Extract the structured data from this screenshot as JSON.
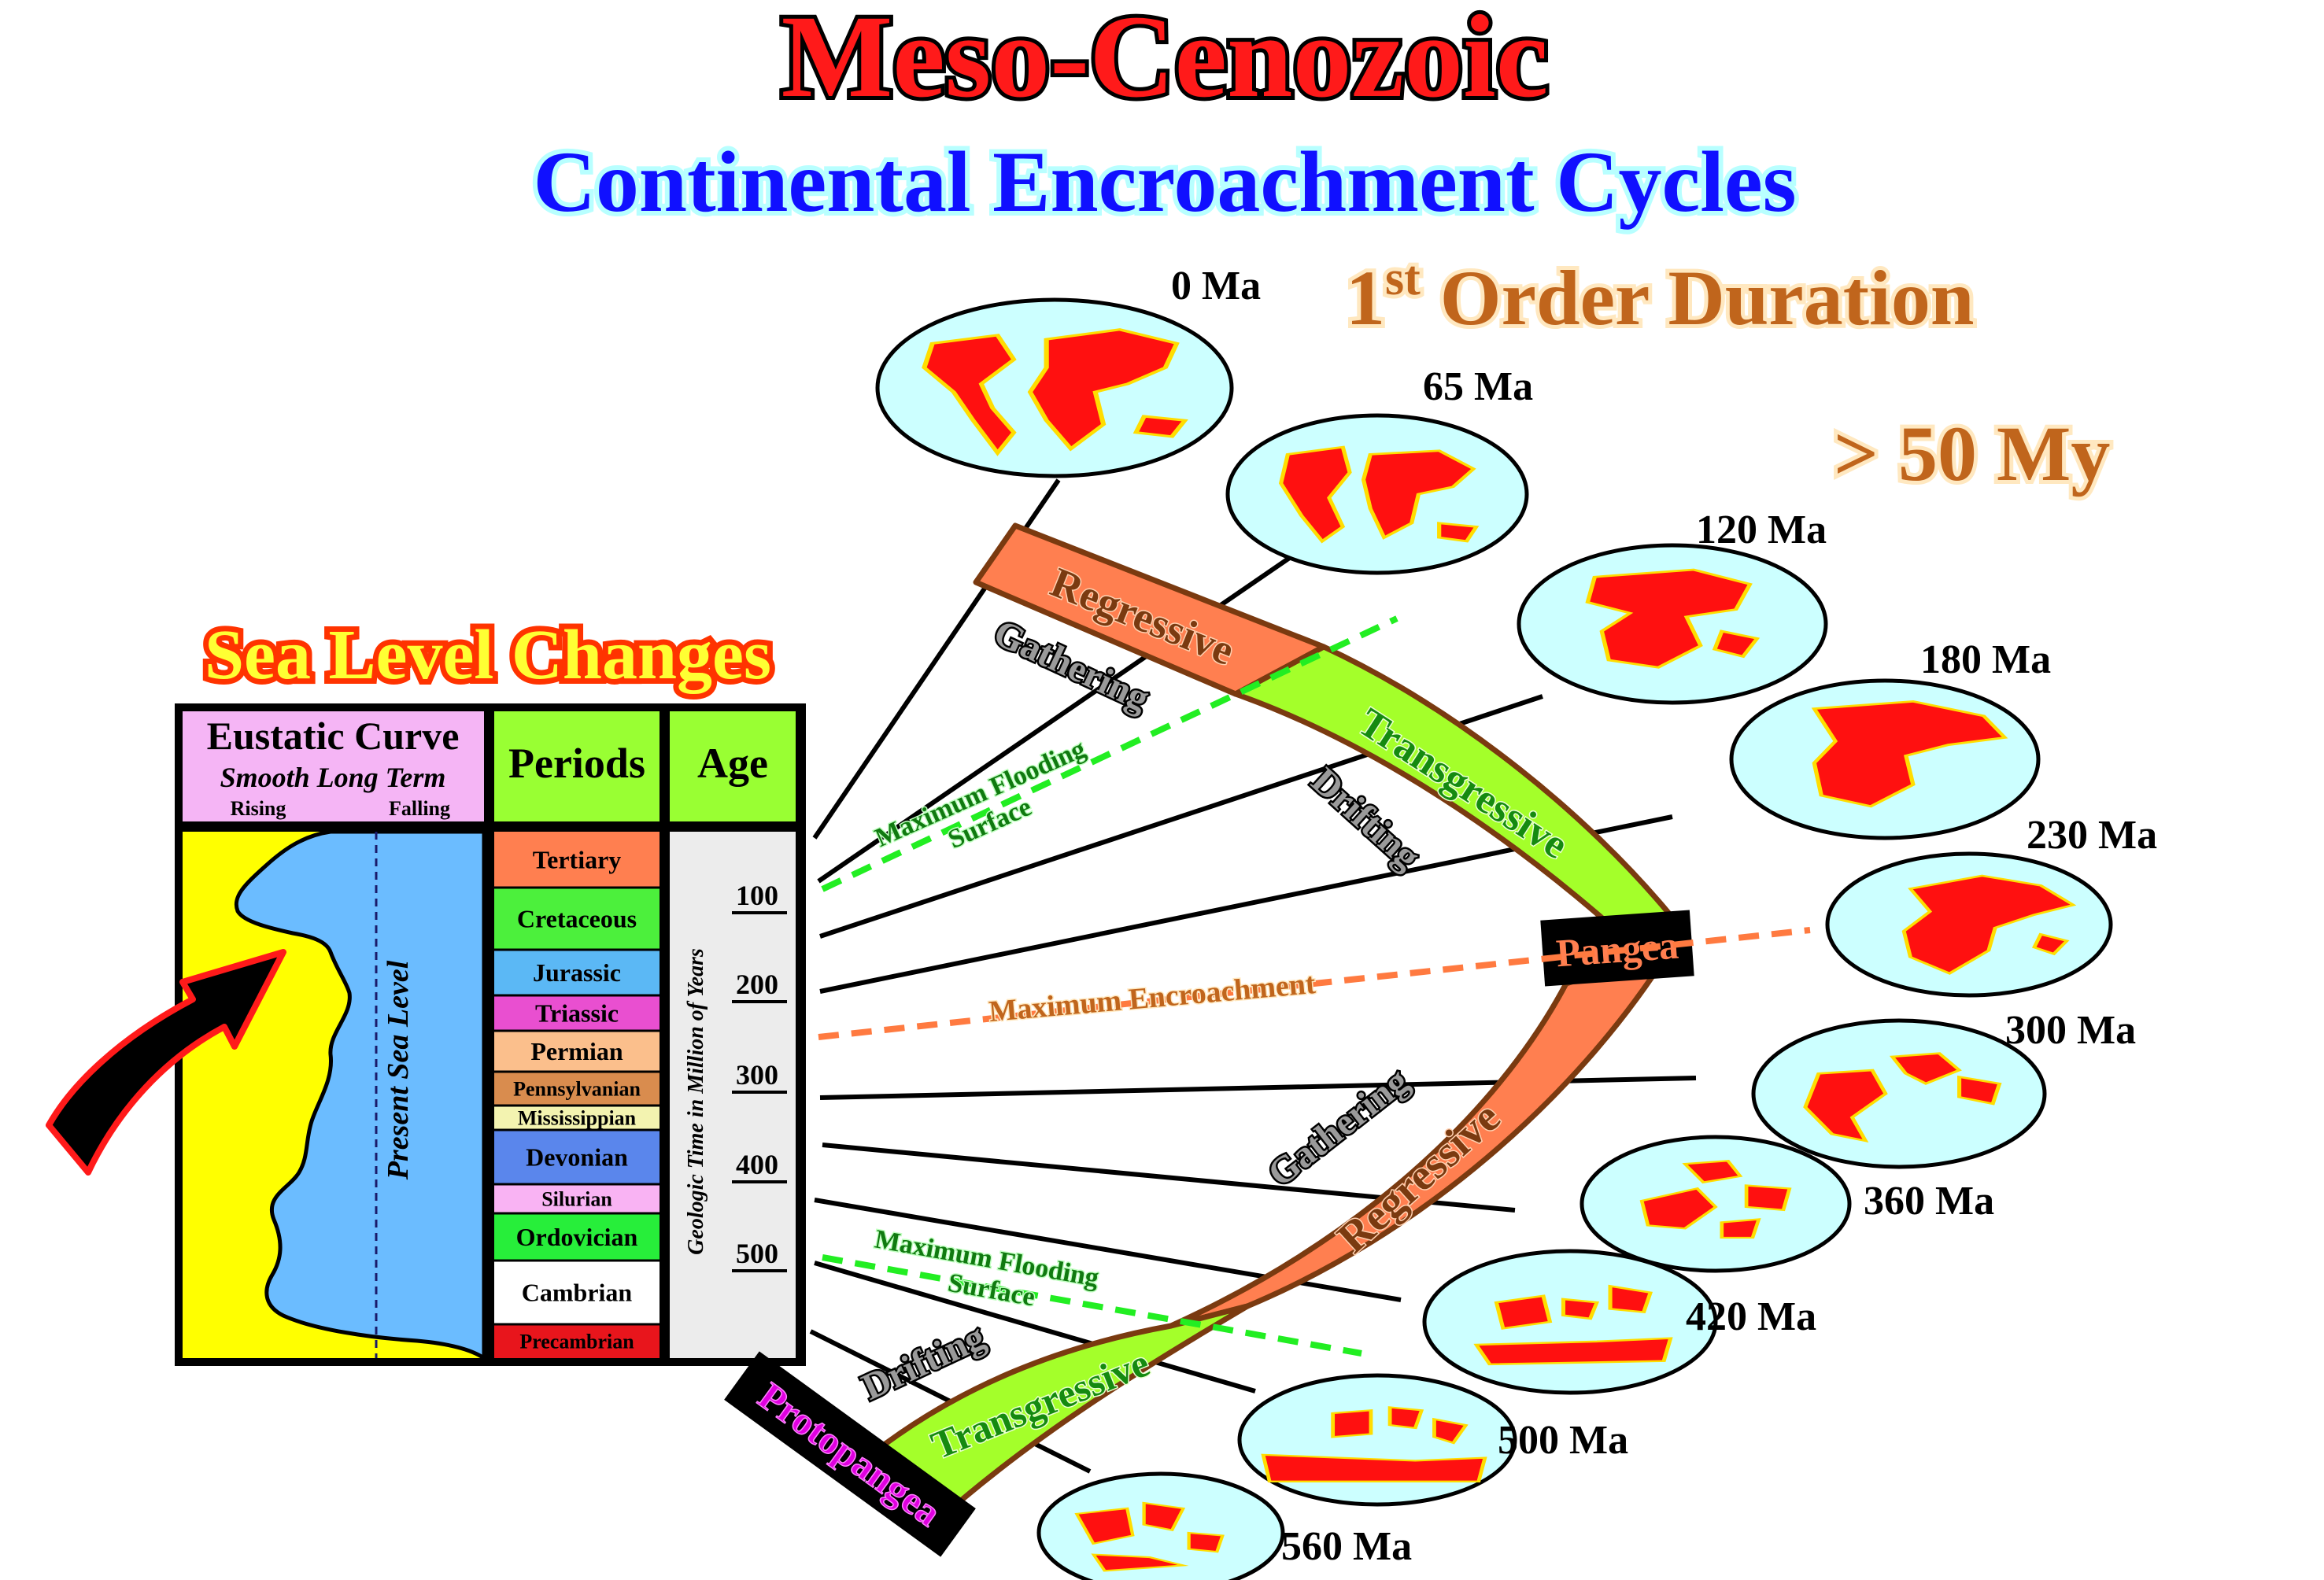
{
  "title": "Meso-Cenozoic",
  "subtitle": "Continental Encroachment Cycles",
  "duration": {
    "label": "1",
    "sup": "st",
    "rest": " Order Duration",
    "value": "> 50 My"
  },
  "sea_level_title": "Sea Level Changes",
  "column": {
    "eustatic_title": "Eustatic Curve",
    "eustatic_sub": "Smooth Long Term",
    "rising": "Rising",
    "falling": "Falling",
    "periods_header": "Periods",
    "age_header": "Age",
    "present_sea_level": "Present Sea Level",
    "geologic_time": "Geologic Time in Million of Years",
    "periods": [
      {
        "name": "Tertiary",
        "color": "#ff7f50"
      },
      {
        "name": "Cretaceous",
        "color": "#4cf03c"
      },
      {
        "name": "Jurassic",
        "color": "#5bb8f5"
      },
      {
        "name": "Triassic",
        "color": "#e94fd0"
      },
      {
        "name": "Permian",
        "color": "#fbbf8c"
      },
      {
        "name": "Pennsylvanian",
        "color": "#d98c4e"
      },
      {
        "name": "Mississippian",
        "color": "#f3f3b0"
      },
      {
        "name": "Devonian",
        "color": "#5a86ec"
      },
      {
        "name": "Silurian",
        "color": "#f9b3f3"
      },
      {
        "name": "Ordovician",
        "color": "#27ee3a"
      },
      {
        "name": "Cambrian",
        "color": "#ffffff"
      },
      {
        "name": "Precambrian",
        "color": "#e8151c"
      }
    ],
    "ages": [
      "100",
      "200",
      "300",
      "400",
      "500"
    ]
  },
  "globes": [
    "0 Ma",
    "65 Ma",
    "120 Ma",
    "180 Ma",
    "230 Ma",
    "300 Ma",
    "360 Ma",
    "420 Ma",
    "500 Ma",
    "560 Ma"
  ],
  "band_labels": {
    "regressive_upper": "Regressive",
    "transgressive_upper": "Transgressive",
    "regressive_lower": "Regressive",
    "transgressive_lower": "Transgressive",
    "pangea": "Pangea",
    "protopangea": "Protopangea"
  },
  "phase_labels": {
    "gathering_upper": "Gathering",
    "drifting_upper": "Drifting",
    "gathering_lower": "Gathering",
    "drifting_lower": "Drifting"
  },
  "surfaces": {
    "mfs_upper_1": "Maximum Flooding",
    "mfs_upper_2": "Surface",
    "mfs_lower_1": "Maximum Flooding",
    "mfs_lower_2": "Surface",
    "max_encroachment": "Maximum Encroachment"
  },
  "colors": {
    "title_red": "#ff1a1a",
    "subtitle_blue": "#1010ff",
    "duration_brown": "#c0651c",
    "sea_level_orange": "#ff6a00",
    "band_orange": "#ff7f50",
    "band_green": "#a4ff2a",
    "ocean": "#ccffff",
    "land": "#ff1010",
    "eustatic_blue": "#6bbcff",
    "eustatic_yellow": "#ffff00",
    "header_pink": "#f5b5f5",
    "header_green": "#99ff33",
    "mfs_green": "#22ee22",
    "encroach_orange": "#ff7a40"
  }
}
